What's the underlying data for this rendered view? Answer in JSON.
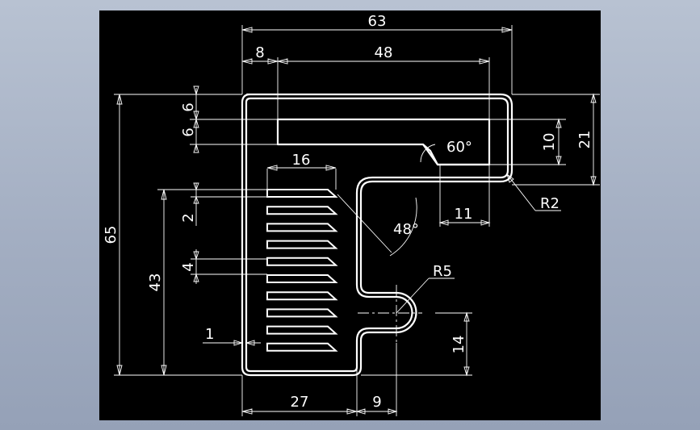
{
  "drawing": {
    "background_color": "#000000",
    "line_color": "#ffffff",
    "dimensions": {
      "overall_width": "63",
      "upper_span": "48",
      "left_offset": "8",
      "top_thickness": "6",
      "slot_height_offset": "6",
      "slot_length": "16",
      "angle_slot": "60°",
      "angle_tab": "48°",
      "height_10": "10",
      "height_21": "21",
      "width_11": "11",
      "radius_small": "R2",
      "radius_notch": "R5",
      "overall_height": "65",
      "comb_height": "43",
      "slot_pitch": "2",
      "slot_spacing": "4",
      "edge_gap": "1",
      "notch_height": "14",
      "base_width": "27",
      "notch_width": "9"
    },
    "comb_slot_count": 10
  }
}
